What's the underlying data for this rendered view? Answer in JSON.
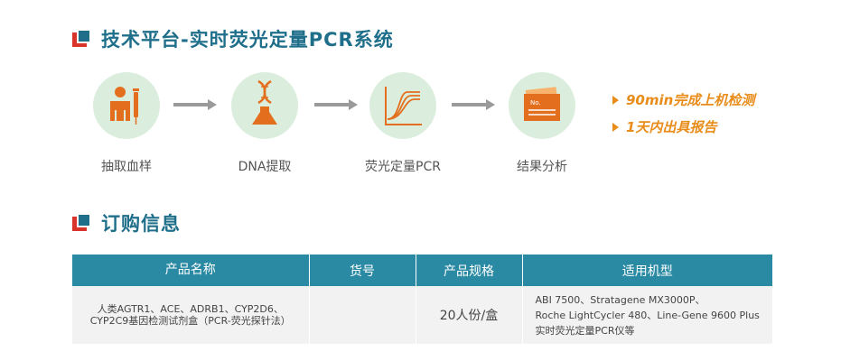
{
  "section1": {
    "title": "技术平台-实时荧光定量PCR系统"
  },
  "section2": {
    "title": "订购信息"
  },
  "steps": [
    {
      "label": "抽取血样",
      "icon": "blood-draw-icon"
    },
    {
      "label": "DNA提取",
      "icon": "dna-flask-icon"
    },
    {
      "label": "荧光定量PCR",
      "icon": "pcr-curve-icon"
    },
    {
      "label": "结果分析",
      "icon": "report-icon"
    }
  ],
  "features": [
    "90min完成上机检测",
    "1天内出具报告"
  ],
  "table": {
    "headers": [
      "产品名称",
      "货号",
      "产品规格",
      "适用机型"
    ],
    "row": {
      "name_line1": "人类AGTR1、ACE、ADRB1、CYP2D6、",
      "name_line2": "CYP2C9基因检测试剂盒（PCR-荧光探针法）",
      "code": "",
      "spec": "20人份/盒",
      "models_line1": "ABI 7500、Stratagene MX3000P、",
      "models_line2": "Roche LightCycler   480、Line-Gene 9600 Plus",
      "models_line3": "实时荧光定量PCR仪等"
    }
  },
  "report_icon_text": "No.",
  "colors": {
    "accent_blue": "#1f6f8b",
    "accent_red": "#d9342b",
    "orange": "#e88c1a",
    "circle": "#dbeedd",
    "table_header": "#2a8aa3"
  }
}
